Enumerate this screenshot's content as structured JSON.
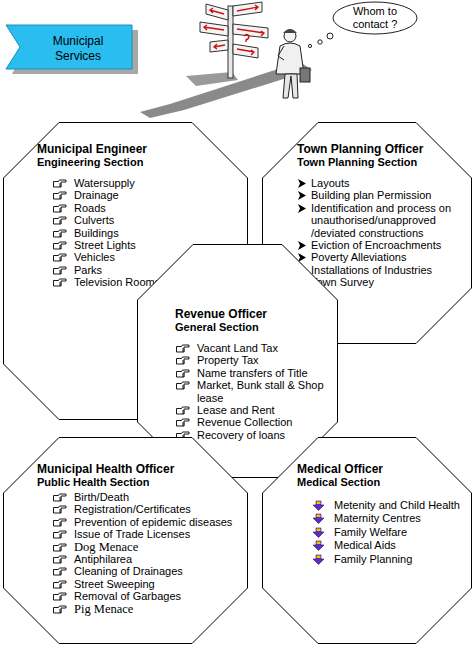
{
  "diagram": {
    "nodes": [
      {
        "text": [
          "Municipal Services"
        ]
      },
      {
        "text": [
          "Whom to contact ?"
        ]
      },
      {
        "text": [
          "Municipal Engineer",
          "Engineering Section",
          "Watersupply",
          "Drainage",
          "Roads",
          "Culverts",
          "Buildings",
          "Street Lights",
          "Vehicles",
          "Parks",
          "Television Rooms"
        ]
      },
      {
        "text": [
          "Town Planning Officer",
          "Town Planning Section",
          "Layouts",
          "Building plan Permission",
          "Identification and process on unauthorised/unapproved /deviated constructions",
          "Eviction of Encroachments",
          "Poverty Alleviations",
          "Installations of Industries",
          "Town Survey"
        ]
      },
      {
        "text": [
          "Revenue Officer",
          "General Section",
          "Vacant Land Tax",
          "Property Tax",
          "Name transfers of Title",
          "Market, Bunk stall & Shop lease",
          "Lease and Rent",
          "Revenue Collection",
          "Recovery of loans"
        ]
      },
      {
        "text": [
          "Municipal Health Officer",
          "Public Health Section",
          "Birth/Death",
          "Registration/Certificates",
          "Prevention of epidemic diseases",
          "Issue of Trade Licenses",
          "Dog Menace",
          "Antiphilarea",
          "Cleaning of Drainages",
          "Street Sweeping",
          "Removal of Garbages",
          "Pig Menace"
        ]
      },
      {
        "text": [
          "Medical Officer",
          "Medical Section",
          "Metenity and Child Health",
          "Maternity Centres",
          "Family Welfare",
          "Medical Aids",
          "Family Planning"
        ]
      }
    ]
  }
}
